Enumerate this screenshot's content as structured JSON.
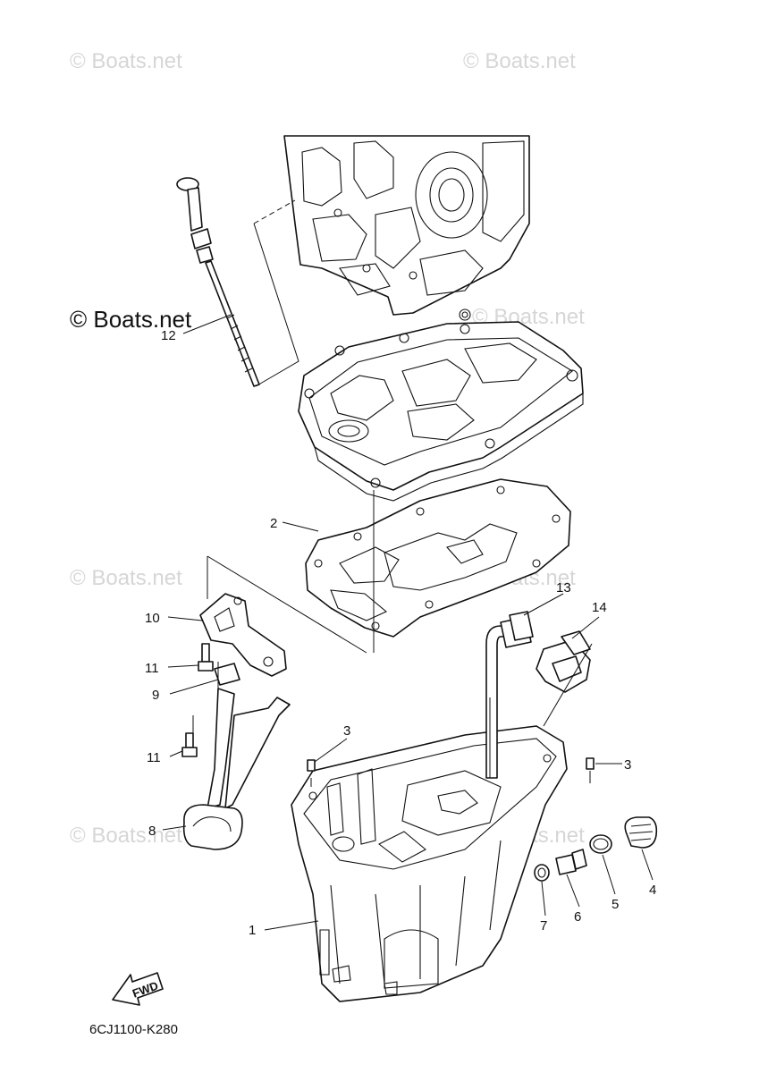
{
  "watermark_text": "© Boats.net",
  "diagram_code": "6CJ1100-K280",
  "fwd_label": "FWD",
  "callouts": {
    "c1": "1",
    "c2": "2",
    "c3a": "3",
    "c3b": "3",
    "c4": "4",
    "c5": "5",
    "c6": "6",
    "c7": "7",
    "c8": "8",
    "c9": "9",
    "c10": "10",
    "c11a": "11",
    "c11b": "11",
    "c12": "12",
    "c13": "13",
    "c14": "14"
  }
}
